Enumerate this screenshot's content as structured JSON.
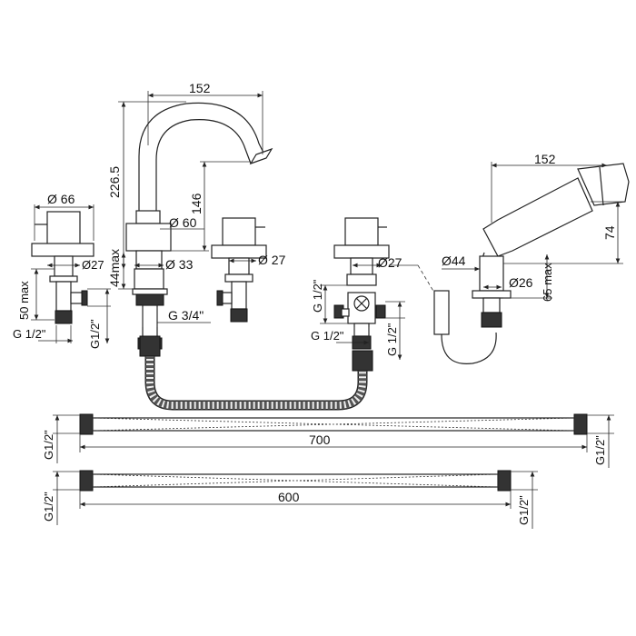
{
  "dimensions": {
    "spout_reach": "152",
    "spout_height": "226.5",
    "spout_outlet_height": "146",
    "valve_body_diameter": "Ø 66",
    "spout_base_diameter": "Ø 60",
    "valve_stem_diameter_left": "Ø27",
    "spout_stem_diameter": "Ø 33",
    "mixer_deck_max": "44max",
    "valve_deck_max": "50 max",
    "spout_thread": "G 3/4\"",
    "valve_thread_left_vertical": "G 1/2\"",
    "valve_inlet_left": "G1/2\"",
    "valve_stem_diameter_mid": "Ø 27",
    "diverter_stem_diameter": "Ø27",
    "diverter_thread_vertical": "G 1/2\"",
    "diverter_thread_horizontal": "G 1/2\"",
    "diverter_outlet_thread": "G 1/2\"",
    "handshower_reach": "152",
    "handshower_height": "74",
    "handshower_base_diameter": "Ø44",
    "handshower_stem_diameter": "Ø26",
    "handshower_deck_max": "65 max",
    "hose_long_length": "700",
    "hose_long_thread_left": "G1/2\"",
    "hose_long_thread_right": "G1/2\"",
    "hose_short_length": "600",
    "hose_short_thread_left": "G1/2\"",
    "hose_short_thread_right": "G1/2\""
  }
}
